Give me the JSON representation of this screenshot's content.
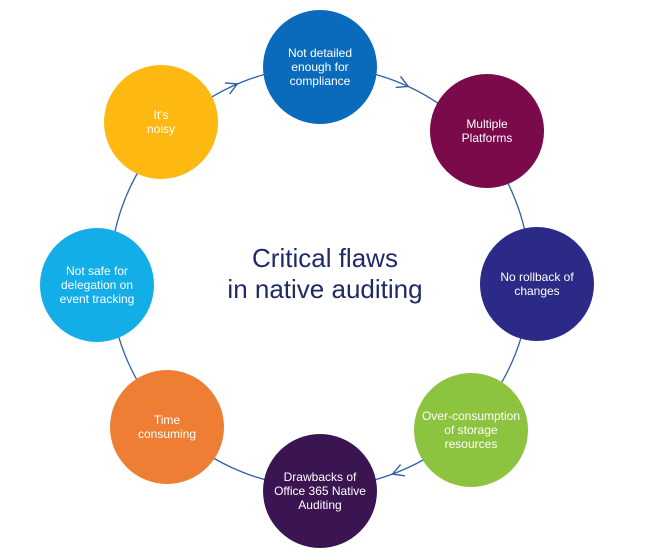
{
  "diagram": {
    "title": "Critical flaws\nin native auditing",
    "cycle_color": "#2e5fa8",
    "nodes": [
      {
        "label": "Not detailed\nenough for\ncompliance",
        "color": "#0a6bbd"
      },
      {
        "label": "Multiple\nPlatforms",
        "color": "#7a0a4a"
      },
      {
        "label": "No rollback of\nchanges",
        "color": "#2b2a86"
      },
      {
        "label": "Over-consumption\nof storage\nresources",
        "color": "#8cc43f"
      },
      {
        "label": "Drawbacks of\nOffice 365 Native\nAuditing",
        "color": "#3a1552"
      },
      {
        "label": "Time\nconsuming",
        "color": "#ee7e34"
      },
      {
        "label": "Not safe for\ndelegation on\nevent tracking",
        "color": "#13aee8"
      },
      {
        "label": "It's\nnoisy",
        "color": "#fdb912"
      }
    ]
  }
}
